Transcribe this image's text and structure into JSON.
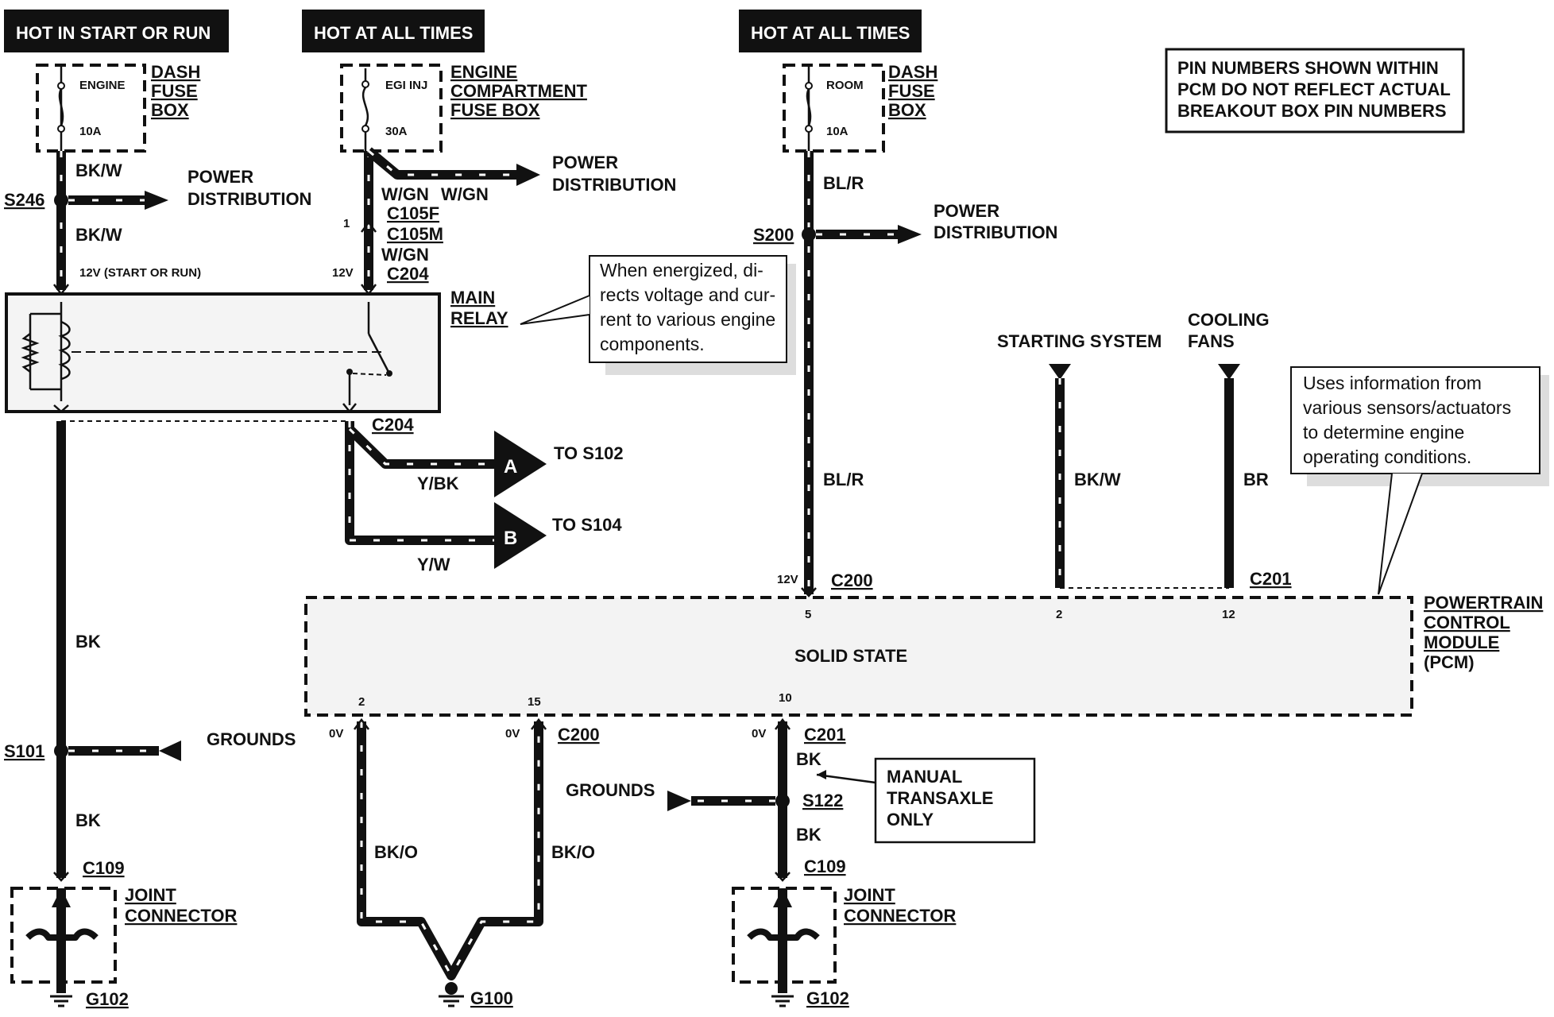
{
  "headers": {
    "start_run": "HOT IN START OR RUN",
    "hot_all_1": "HOT AT ALL TIMES",
    "hot_all_2": "HOT AT ALL TIMES"
  },
  "note_pin": [
    "PIN NUMBERS SHOWN WITHIN",
    "PCM DO NOT REFLECT ACTUAL",
    "BREAKOUT BOX PIN NUMBERS"
  ],
  "fuses": {
    "engine": {
      "name": "ENGINE",
      "amp": "10A",
      "box": [
        "DASH",
        "FUSE",
        "BOX"
      ]
    },
    "egi": {
      "name": "EGI INJ",
      "amp": "30A",
      "box": [
        "ENGINE",
        "COMPARTMENT",
        "FUSE BOX"
      ]
    },
    "room": {
      "name": "ROOM",
      "amp": "10A",
      "box": [
        "DASH",
        "FUSE",
        "BOX"
      ]
    }
  },
  "wires": {
    "bkw": "BK/W",
    "wgn": "W/GN",
    "blr": "BL/R",
    "ybk": "Y/BK",
    "yw": "Y/W",
    "bk": "BK",
    "bko": "BK/O",
    "br": "BR"
  },
  "splices": {
    "s246": "S246",
    "s200": "S200",
    "s101": "S101",
    "s122": "S122"
  },
  "connectors": {
    "c105f": "C105F",
    "c105m": "C105M",
    "c204": "C204",
    "c200": "C200",
    "c201": "C201",
    "c109": "C109"
  },
  "grounds_ids": {
    "g102": "G102",
    "g100": "G100"
  },
  "voltages": {
    "v12_start_run": "12V (START OR RUN)",
    "v12": "12V",
    "v0": "0V"
  },
  "pins": {
    "p1": "1",
    "p2": "2",
    "p5": "5",
    "p10": "10",
    "p12": "12",
    "p15": "15"
  },
  "labels": {
    "power_distribution": [
      "POWER",
      "DISTRIBUTION"
    ],
    "main_relay": [
      "MAIN",
      "RELAY"
    ],
    "to_s102": "TO S102",
    "to_s104": "TO S104",
    "letter_a": "A",
    "letter_b": "B",
    "starting_system": "STARTING SYSTEM",
    "cooling_fans": [
      "COOLING",
      "FANS"
    ],
    "pcm": [
      "POWERTRAIN",
      "CONTROL",
      "MODULE",
      "(PCM)"
    ],
    "solid_state": "SOLID STATE",
    "grounds": "GROUNDS",
    "manual_transaxle": [
      "MANUAL",
      "TRANSAXLE",
      "ONLY"
    ],
    "joint_connector": [
      "JOINT",
      "CONNECTOR"
    ]
  },
  "callouts": {
    "relay": [
      "When energized, di-",
      "rects voltage and cur-",
      "rent to various engine",
      "components."
    ],
    "pcm": [
      "Uses information from",
      "various sensors/actuators",
      "to determine engine",
      "operating conditions."
    ]
  }
}
